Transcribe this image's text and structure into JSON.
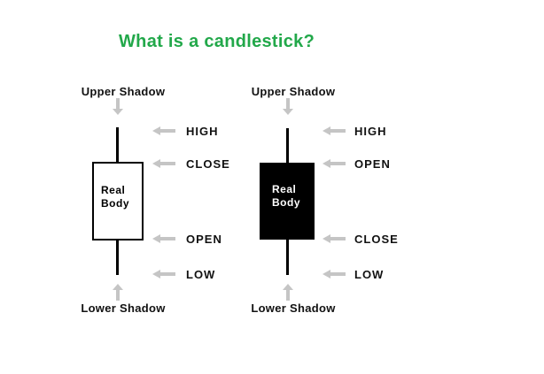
{
  "title": "What is a candlestick?",
  "colors": {
    "title": "#22a84a",
    "arrow": "#c5c5c5",
    "bullish_body": "#ffffff",
    "bearish_body": "#000000"
  },
  "candles": [
    {
      "id": "white-candle",
      "upper_shadow": "Upper Shadow",
      "lower_shadow": "Lower Shadow",
      "real_body": {
        "line1": "Real",
        "line2": "Body"
      },
      "side_labels": [
        {
          "text": "HIGH"
        },
        {
          "text": "CLOSE"
        },
        {
          "text": "OPEN"
        },
        {
          "text": "LOW"
        }
      ]
    },
    {
      "id": "black-candle",
      "upper_shadow": "Upper Shadow",
      "lower_shadow": "Lower Shadow",
      "real_body": {
        "line1": "Real",
        "line2": "Body"
      },
      "side_labels": [
        {
          "text": "HIGH"
        },
        {
          "text": "OPEN"
        },
        {
          "text": "CLOSE"
        },
        {
          "text": "LOW"
        }
      ]
    }
  ]
}
